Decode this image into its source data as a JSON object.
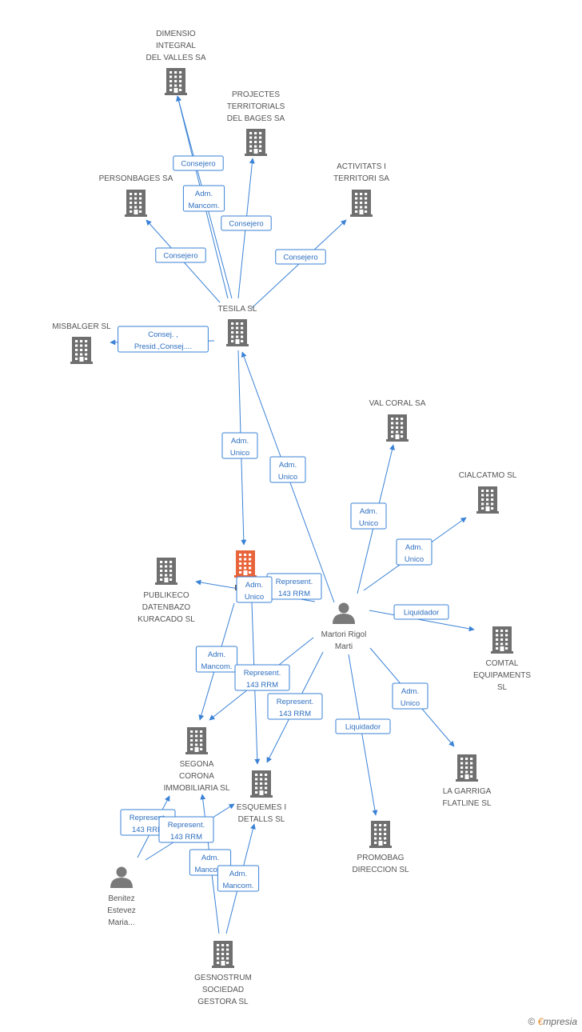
{
  "colors": {
    "edge": "#3a82d6",
    "building": "#6f6f6f",
    "center_building": "#e8643a",
    "person": "#7a7a7a"
  },
  "nodes": [
    {
      "id": "dimensio",
      "type": "company",
      "label": [
        "DIMENSIO",
        "INTEGRAL",
        "DEL VALLES SA"
      ]
    },
    {
      "id": "projectes",
      "type": "company",
      "label": [
        "PROJECTES",
        "TERRITORIALS",
        "DEL BAGES SA"
      ]
    },
    {
      "id": "personbages",
      "type": "company",
      "label": [
        "PERSONBAGES SA"
      ]
    },
    {
      "id": "activitats",
      "type": "company",
      "label": [
        "ACTIVITATS I",
        "TERRITORI SA"
      ]
    },
    {
      "id": "tesila",
      "type": "company",
      "label": [
        "TESILA SL"
      ]
    },
    {
      "id": "misbalger",
      "type": "company",
      "label": [
        "MISBALGER SL"
      ]
    },
    {
      "id": "valcoral",
      "type": "company",
      "label": [
        "VAL CORAL SA"
      ]
    },
    {
      "id": "cialcatmo",
      "type": "company",
      "label": [
        "CIALCATMO SL"
      ]
    },
    {
      "id": "divio",
      "type": "center",
      "label": [
        "DIVIO"
      ]
    },
    {
      "id": "publikeco",
      "type": "company",
      "label": [
        "PUBLIKECO",
        "DATENBAZO",
        "KURACADO  SL"
      ]
    },
    {
      "id": "martori",
      "type": "person",
      "label": [
        "Martori Rigol",
        "Marti"
      ]
    },
    {
      "id": "comtal",
      "type": "company",
      "label": [
        "COMTAL",
        "EQUIPAMENTS",
        "SL"
      ]
    },
    {
      "id": "segona",
      "type": "company",
      "label": [
        "SEGONA",
        "CORONA",
        "IMMOBILIARIA SL"
      ]
    },
    {
      "id": "esquemes",
      "type": "company",
      "label": [
        "ESQUEMES I",
        "DETALLS SL"
      ]
    },
    {
      "id": "lagarriga",
      "type": "company",
      "label": [
        "LA GARRIGA",
        "FLATLINE  SL"
      ]
    },
    {
      "id": "promobag",
      "type": "company",
      "label": [
        "PROMOBAG",
        "DIRECCION SL"
      ]
    },
    {
      "id": "benitez",
      "type": "person",
      "label": [
        "Benitez",
        "Estevez",
        "Maria..."
      ]
    },
    {
      "id": "gesnostrum",
      "type": "company",
      "label": [
        "GESNOSTRUM",
        "SOCIEDAD",
        "GESTORA  SL"
      ]
    }
  ],
  "edges": [
    {
      "from": "tesila",
      "to": "dimensio",
      "label": [
        "Consejero"
      ]
    },
    {
      "from": "tesila",
      "to": "dimensio",
      "label": [
        "Adm.",
        "Mancom."
      ]
    },
    {
      "from": "tesila",
      "to": "projectes",
      "label": [
        "Consejero"
      ]
    },
    {
      "from": "tesila",
      "to": "personbages",
      "label": [
        "Consejero"
      ]
    },
    {
      "from": "tesila",
      "to": "activitats",
      "label": [
        "Consejero"
      ]
    },
    {
      "from": "tesila",
      "to": "misbalger",
      "label": [
        "Consej. ,",
        "Presid.,Consej...."
      ]
    },
    {
      "from": "tesila",
      "to": "divio",
      "label": [
        "Adm.",
        "Unico"
      ]
    },
    {
      "from": "martori",
      "to": "tesila",
      "label": [
        "Adm.",
        "Unico"
      ]
    },
    {
      "from": "martori",
      "to": "valcoral",
      "label": [
        "Adm.",
        "Unico"
      ]
    },
    {
      "from": "martori",
      "to": "cialcatmo",
      "label": [
        "Adm.",
        "Unico"
      ]
    },
    {
      "from": "martori",
      "to": "publikeco",
      "label": [
        "Represent.",
        "143 RRM"
      ]
    },
    {
      "from": "divio",
      "to": "esquemes",
      "label": [
        "Adm.",
        "Unico"
      ]
    },
    {
      "from": "martori",
      "to": "comtal",
      "label": [
        "Liquidador"
      ]
    },
    {
      "from": "divio",
      "to": "segona",
      "label": [
        "Adm.",
        "Mancom."
      ]
    },
    {
      "from": "martori",
      "to": "segona",
      "label": [
        "Represent.",
        "143 RRM"
      ]
    },
    {
      "from": "martori",
      "to": "esquemes",
      "label": [
        "Represent.",
        "143 RRM"
      ]
    },
    {
      "from": "martori",
      "to": "lagarriga",
      "label": [
        "Adm.",
        "Unico"
      ]
    },
    {
      "from": "martori",
      "to": "promobag",
      "label": [
        "Liquidador"
      ]
    },
    {
      "from": "benitez",
      "to": "segona",
      "label": [
        "Represent.",
        "143 RRM"
      ]
    },
    {
      "from": "benitez",
      "to": "esquemes",
      "label": [
        "Represent.",
        "143 RRM"
      ]
    },
    {
      "from": "gesnostrum",
      "to": "segona",
      "label": [
        "Adm.",
        "Mancom."
      ]
    },
    {
      "from": "gesnostrum",
      "to": "esquemes",
      "label": [
        "Adm.",
        "Mancom."
      ]
    }
  ],
  "footer": {
    "copyright": "©",
    "brand_first": "€",
    "brand_rest": "mpresia"
  }
}
